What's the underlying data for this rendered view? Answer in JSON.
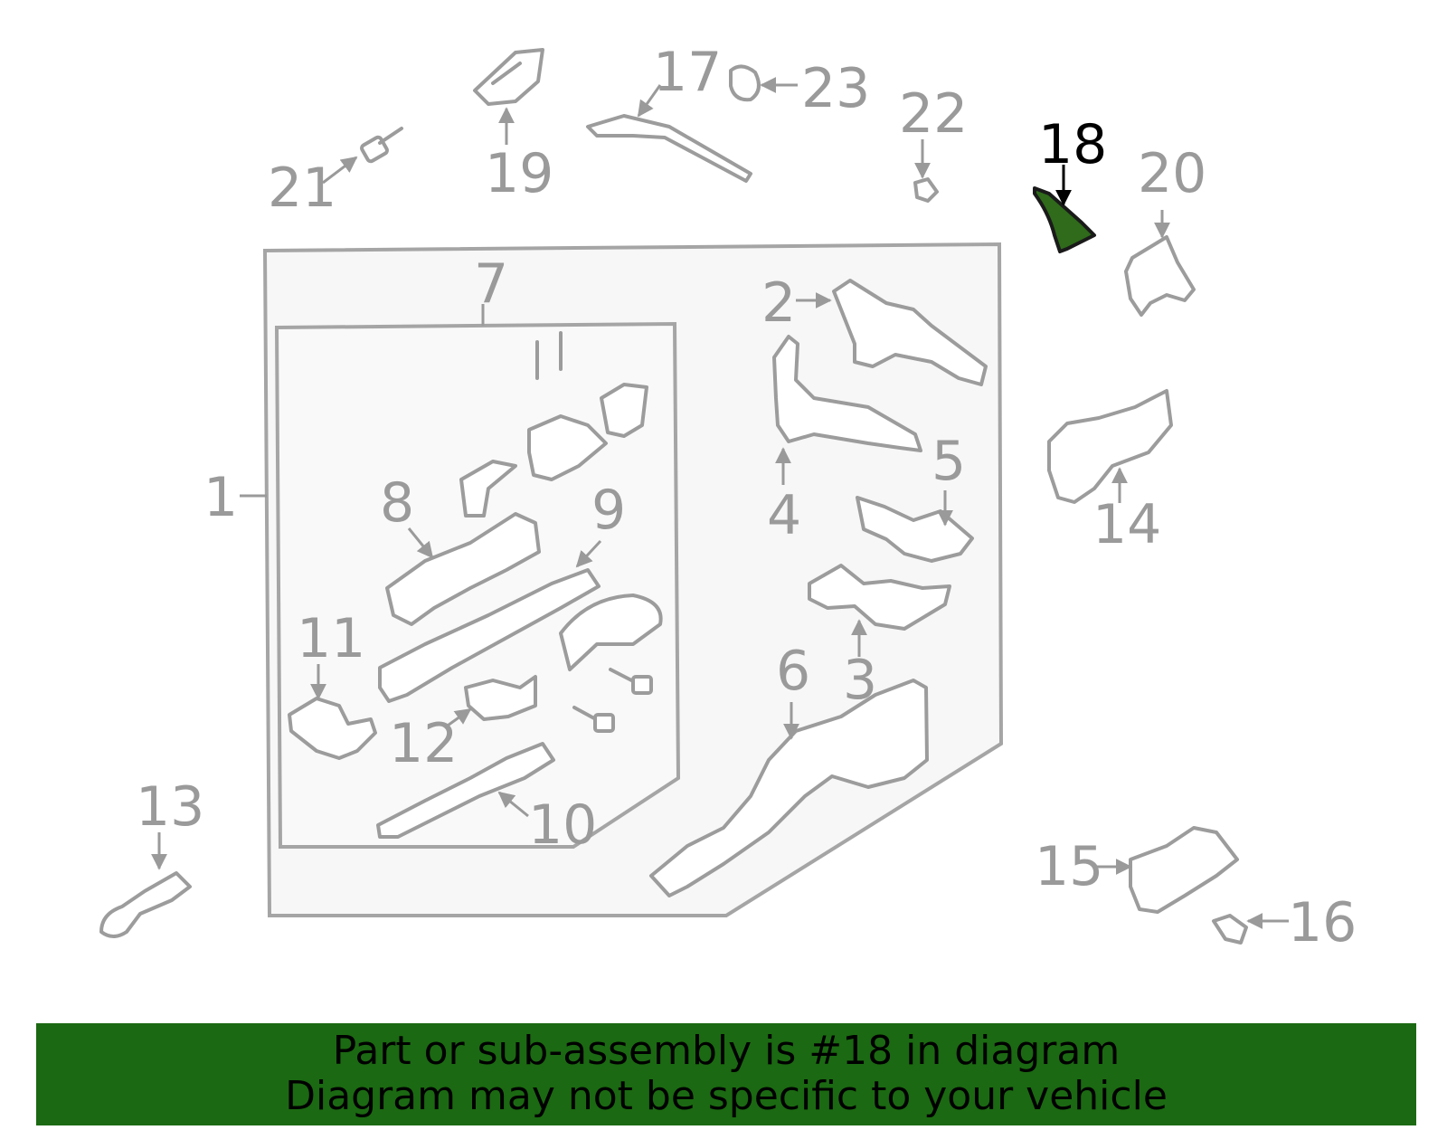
{
  "diagram": {
    "highlight_part": "18",
    "accent_color": "#2f6b1a",
    "callouts": [
      "1",
      "2",
      "3",
      "4",
      "5",
      "6",
      "7",
      "8",
      "9",
      "10",
      "11",
      "12",
      "13",
      "14",
      "15",
      "16",
      "17",
      "18",
      "19",
      "20",
      "21",
      "22",
      "23"
    ]
  },
  "banner": {
    "line1": "Part or sub-assembly is #18 in diagram",
    "line2": "Diagram may not be specific to your vehicle",
    "background": "#1b6912"
  }
}
